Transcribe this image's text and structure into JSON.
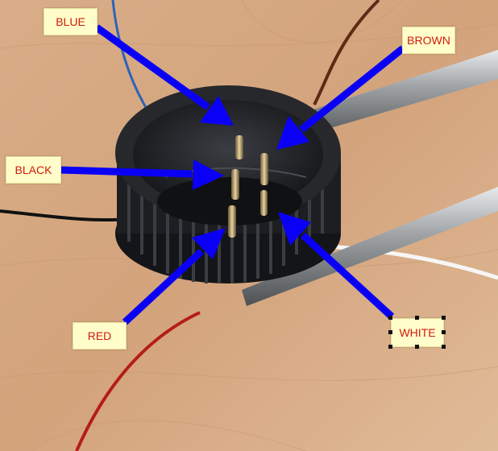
{
  "labels": {
    "blue": "BLUE",
    "brown": "BROWN",
    "black": "BLACK",
    "red": "RED",
    "white": "WHITE"
  },
  "colors": {
    "arrow": "#0a00f5",
    "label_bg": "#fffdca",
    "label_text": "#d11a0c",
    "wood": "#d6aa85"
  }
}
